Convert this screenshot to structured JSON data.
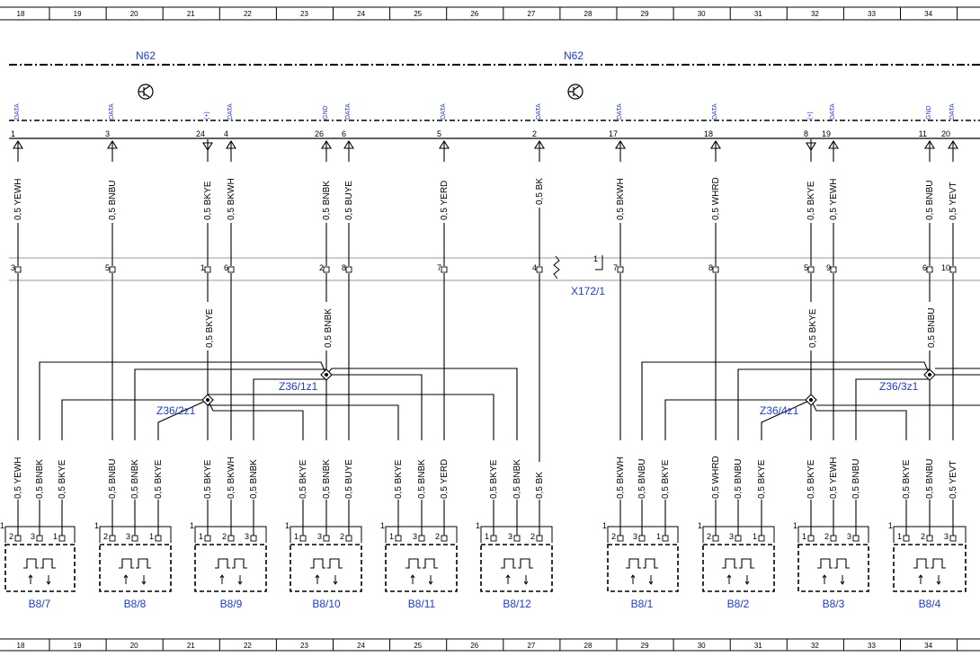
{
  "grid": [
    "18",
    "19",
    "20",
    "21",
    "22",
    "23",
    "24",
    "25",
    "26",
    "27",
    "28",
    "29",
    "30",
    "31",
    "32",
    "33",
    "34"
  ],
  "units": [
    "N62",
    "N62"
  ],
  "connector_label": "X172/1",
  "connector_marker": "1",
  "left_pins": [
    {
      "pin": "1",
      "type": "DATA",
      "dir": "up",
      "wire": "0,5 YEWH",
      "conn": "3"
    },
    {
      "pin": "3",
      "type": "DATA",
      "dir": "up",
      "wire": "0,5 BNBU",
      "conn": "5"
    },
    {
      "pin": "24",
      "type": "(+)",
      "dir": "down",
      "wire": "0,5 BKYE",
      "conn": "1"
    },
    {
      "pin": "4",
      "type": "DATA",
      "dir": "up",
      "wire": "0,5 BKWH",
      "conn": "6"
    },
    {
      "pin": "26",
      "type": "GND",
      "dir": "up",
      "wire": "0,5 BNBK",
      "conn": "2"
    },
    {
      "pin": "6",
      "type": "DATA",
      "dir": "up",
      "wire": "0,5 BUYE",
      "conn": "8"
    },
    {
      "pin": "5",
      "type": "DATA",
      "dir": "up",
      "wire": "0,5 YERD",
      "conn": "7"
    },
    {
      "pin": "2",
      "type": "DATA",
      "dir": "up",
      "wire": "0,5 BK",
      "conn": "4"
    }
  ],
  "right_pins": [
    {
      "pin": "17",
      "type": "DATA",
      "dir": "up",
      "wire": "0,5 BKWH",
      "conn": "7"
    },
    {
      "pin": "18",
      "type": "DATA",
      "dir": "up",
      "wire": "0,5 WHRD",
      "conn": "8"
    },
    {
      "pin": "8",
      "type": "(+)",
      "dir": "down",
      "wire": "0,5 BKYE",
      "conn": "5"
    },
    {
      "pin": "19",
      "type": "DATA",
      "dir": "up",
      "wire": "0,5 YEWH",
      "conn": "9"
    },
    {
      "pin": "11",
      "type": "GND",
      "dir": "up",
      "wire": "0,5 BNBU",
      "conn": "6"
    },
    {
      "pin": "20",
      "type": "DATA",
      "dir": "up",
      "wire": "0,5 YEVT",
      "conn": "10"
    }
  ],
  "mid_wires": [
    "0,5 BKYE",
    "0,5 BNBK",
    "0,5 BKYE",
    "0,5 BNBU"
  ],
  "splices": [
    "Z36/1z1",
    "Z36/2z1",
    "Z36/3z1",
    "Z36/4z1"
  ],
  "sensors": [
    {
      "name": "B8/7",
      "pins": [
        "2",
        "3",
        "1"
      ],
      "wires": [
        "0,5 YEWH",
        "0,5 BNBK",
        "0,5 BKYE"
      ]
    },
    {
      "name": "B8/8",
      "pins": [
        "2",
        "3",
        "1"
      ],
      "wires": [
        "0,5 BNBU",
        "0,5 BNBK",
        "0,5 BKYE"
      ]
    },
    {
      "name": "B8/9",
      "pins": [
        "1",
        "2",
        "3"
      ],
      "wires": [
        "0,5 BKYE",
        "0,5 BKWH",
        "0,5 BNBK"
      ]
    },
    {
      "name": "B8/10",
      "pins": [
        "1",
        "3",
        "2"
      ],
      "wires": [
        "0,5 BKYE",
        "0,5 BNBK",
        "0,5 BUYE"
      ]
    },
    {
      "name": "B8/11",
      "pins": [
        "1",
        "3",
        "2"
      ],
      "wires": [
        "0,5 BKYE",
        "0,5 BNBK",
        "0,5 YERD"
      ]
    },
    {
      "name": "B8/12",
      "pins": [
        "1",
        "3",
        "2"
      ],
      "wires": [
        "0,5 BKYE",
        "0,5 BNBK",
        "0,5 BK"
      ]
    },
    {
      "name": "B8/1",
      "pins": [
        "2",
        "3",
        "1"
      ],
      "wires": [
        "0,5 BKWH",
        "0,5 BNBU",
        "0,5 BKYE"
      ]
    },
    {
      "name": "B8/2",
      "pins": [
        "2",
        "3",
        "1"
      ],
      "wires": [
        "0,5 WHRD",
        "0,5 BNBU",
        "0,5 BKYE"
      ]
    },
    {
      "name": "B8/3",
      "pins": [
        "1",
        "2",
        "3"
      ],
      "wires": [
        "0,5 BKYE",
        "0,5 YEWH",
        "0,5 BNBU"
      ]
    },
    {
      "name": "B8/4",
      "pins": [
        "1",
        "2",
        "3"
      ],
      "wires": [
        "0,5 BKYE",
        "0,5 BNBU",
        "0,5 YEVT"
      ]
    }
  ],
  "sensor_marker": "1",
  "colors": {
    "label": "#1e3cc8",
    "line": "#000000",
    "grid": "#000000"
  }
}
